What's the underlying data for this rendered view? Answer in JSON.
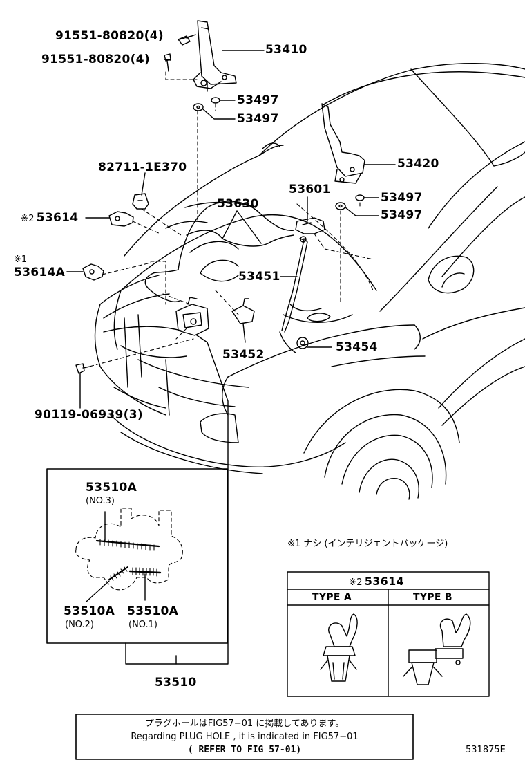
{
  "callouts": {
    "bolt_a": "91551-80820",
    "bolt_a_qty": "(4)",
    "bolt_b": "91551-80820",
    "bolt_b_qty": "(4)",
    "hinge_lh": "53410",
    "washer_1": "53497",
    "washer_2": "53497",
    "hinge_rh": "53420",
    "washer_3": "53497",
    "washer_4": "53497",
    "cushion": "82711-1E370",
    "clamp": "53614",
    "clamp_mark": "※2",
    "clamp_a": "53614A",
    "clamp_a_mark": "※1",
    "release_cable": "53630",
    "lever": "53601",
    "support_rod": "53451",
    "hook": "53452",
    "holder": "53454",
    "screw": "90119-06939",
    "screw_qty": "(3)",
    "lock_assy": "53510"
  },
  "inset": {
    "part_top": "53510A",
    "part_top_no": "(NO.3)",
    "part_left": "53510A",
    "part_left_no": "(NO.2)",
    "part_right": "53510A",
    "part_right_no": "(NO.1)"
  },
  "notes": {
    "note1": "※1 ナシ (インテリジェントパッケージ)"
  },
  "type_table": {
    "header_mark": "※2",
    "header_part": "53614",
    "col_a": "TYPE A",
    "col_b": "TYPE B"
  },
  "reference_box": {
    "line1": "プラグホールはFIG57−01 に掲載してあります。",
    "line2": "Regarding PLUG HOLE , it is indicated in FIG57−01",
    "line3": "(   REFER TO FIG 57-01)"
  },
  "figure_code": "531875E"
}
